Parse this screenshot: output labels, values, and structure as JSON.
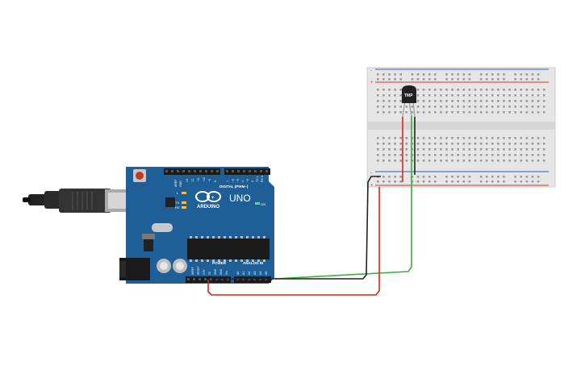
{
  "arduino": {
    "brand": "ARDUINO",
    "model": "UNO",
    "on_label": "ON",
    "l_label": "L",
    "tx_label": "TX",
    "rx_label": "RX",
    "aref_label": "AREF",
    "gnd_label": "GND",
    "digital_label": "DIGITAL (PWM~)",
    "power_label": "POWER",
    "analog_label": "ANALOG IN",
    "digital_pins": [
      "13",
      "12",
      "~11",
      "~10",
      "~9",
      "8",
      "7",
      "~6",
      "~5",
      "4",
      "~3",
      "2",
      "TX 1",
      "RX 0"
    ],
    "power_pins": [
      "IOREF",
      "RESET",
      "3.3V",
      "5V",
      "GND",
      "GND",
      "Vin"
    ],
    "analog_pins": [
      "A0",
      "A1",
      "A2",
      "A3",
      "A4",
      "A5"
    ],
    "board_color": "#1e5f98"
  },
  "sensor": {
    "label": "TMP"
  },
  "wires": {
    "red": "#d9261c",
    "black": "#222222",
    "green": "#3aad3a"
  },
  "breadboard": {
    "rail_plus": "+",
    "rail_minus": "-",
    "rail_red": "#e03030",
    "rail_blue": "#3060c0"
  }
}
